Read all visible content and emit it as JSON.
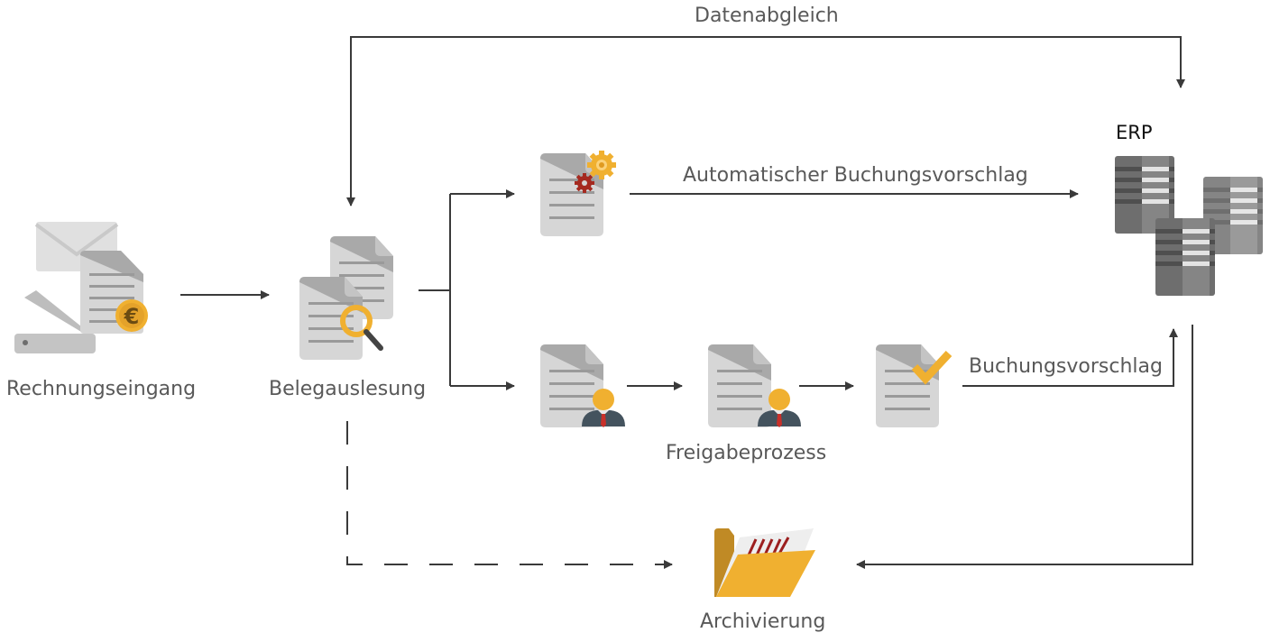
{
  "diagram": {
    "title": "Invoice processing workflow",
    "colors": {
      "arrow": "#3a3a3a",
      "label_text": "#595959",
      "document": "#d6d6d6",
      "document_fold": "#a9a9a9",
      "document_lines": "#9a9a9a",
      "accent_yellow": "#f0b030",
      "accent_red": "#a52a20",
      "person_suit": "#44535e",
      "server_dark": "#6e6e6e",
      "server_light": "#e3e3e3",
      "folder": "#f0b030",
      "folder_back": "#c08a25"
    },
    "nodes": [
      {
        "id": "rechnungseingang",
        "label": "Rechnungseingang",
        "icon": "scanner-mail-invoice-euro-icon"
      },
      {
        "id": "belegauslesung",
        "label": "Belegauslesung",
        "icon": "documents-magnifier-icon"
      },
      {
        "id": "auto",
        "label": "",
        "icon": "document-gears-icon"
      },
      {
        "id": "freigabe1",
        "label": "",
        "icon": "document-person-icon"
      },
      {
        "id": "freigabe2",
        "label": "Freigabeprozess",
        "icon": "document-person-icon"
      },
      {
        "id": "approved",
        "label": "",
        "icon": "document-checkmark-icon"
      },
      {
        "id": "erp",
        "label": "ERP",
        "icon": "servers-icon"
      },
      {
        "id": "archiv",
        "label": "Archivierung",
        "icon": "open-folder-icon"
      }
    ],
    "edges": [
      {
        "from": "rechnungseingang",
        "to": "belegauslesung",
        "label": "",
        "style": "solid"
      },
      {
        "from": "belegauslesung",
        "to": "auto",
        "label": "",
        "style": "solid"
      },
      {
        "from": "belegauslesung",
        "to": "freigabe1",
        "label": "",
        "style": "solid"
      },
      {
        "from": "auto",
        "to": "erp",
        "label": "Automatischer Buchungsvorschlag",
        "style": "solid"
      },
      {
        "from": "freigabe1",
        "to": "freigabe2",
        "label": "",
        "style": "solid"
      },
      {
        "from": "freigabe2",
        "to": "approved",
        "label": "",
        "style": "solid"
      },
      {
        "from": "approved",
        "to": "erp",
        "label": "Buchungsvorschlag",
        "style": "solid"
      },
      {
        "from": "belegauslesung",
        "to": "erp",
        "label": "Datenabgleich",
        "style": "solid",
        "bidirectional": true
      },
      {
        "from": "erp",
        "to": "archiv",
        "label": "",
        "style": "solid"
      },
      {
        "from": "belegauslesung",
        "to": "archiv",
        "label": "",
        "style": "dashed"
      }
    ],
    "labels": {
      "datenabgleich": "Datenabgleich",
      "erp": "ERP",
      "auto_buchung": "Automatischer Buchungsvorschlag",
      "buchungsvorschlag": "Buchungsvorschlag",
      "rechnungseingang": "Rechnungseingang",
      "belegauslesung": "Belegauslesung",
      "freigabeprozess": "Freigabeprozess",
      "archivierung": "Archivierung"
    }
  }
}
